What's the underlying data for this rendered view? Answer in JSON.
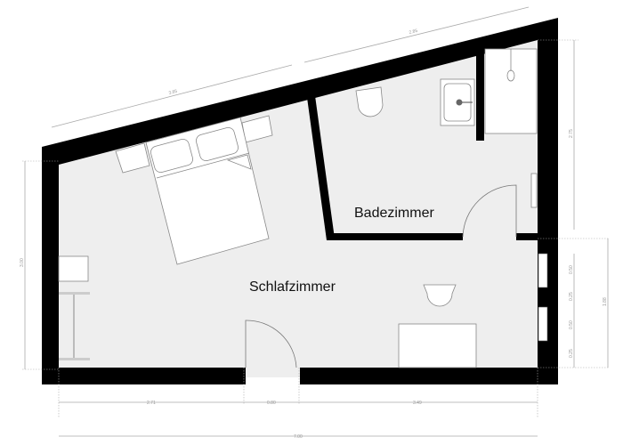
{
  "rooms": {
    "bedroom": "Schlafzimmer",
    "bathroom": "Badezimmer"
  },
  "dimensions": {
    "top_left": "3.85",
    "top_right": "2.85",
    "left": "3.00",
    "right_upper": "2.75",
    "right_lower": "1.88",
    "right_segments": [
      "0.50",
      "0.25",
      "0.50",
      "0.25"
    ],
    "bottom_segments": [
      "2.71",
      "0.80",
      "3.49"
    ],
    "bottom_total": "7.00"
  },
  "colors": {
    "wall": "#000000",
    "floor": "#eeeeee",
    "dimension": "#aaaaaa"
  }
}
